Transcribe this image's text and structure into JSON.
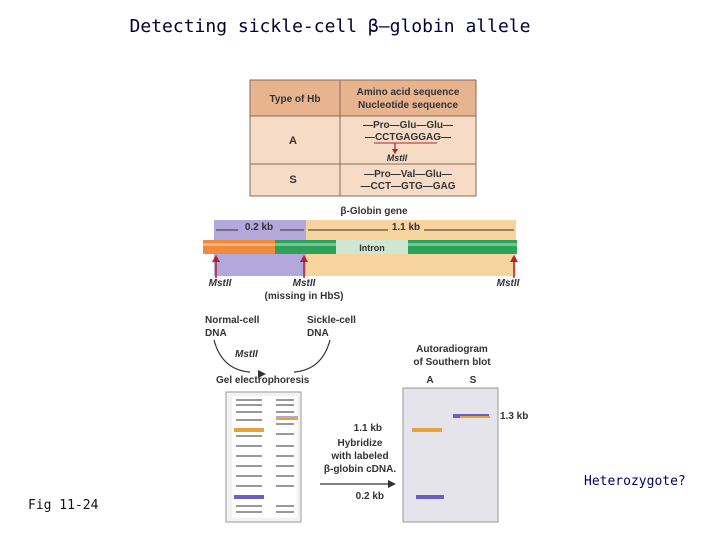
{
  "title": "Detecting sickle-cell β–globin allele",
  "figure_ref": "Fig 11-24",
  "question": "Heterozygote?",
  "table": {
    "header_col1": "Type of Hb",
    "header_col2_line1": "Amino acid sequence",
    "header_col2_line2": "Nucleotide sequence",
    "rows": [
      {
        "type": "A",
        "aa": "—Pro—Glu—Glu—",
        "nt": "—CCTGAGGAG—",
        "site": "MstII"
      },
      {
        "type": "S",
        "aa": "—Pro—Val—Glu—",
        "nt": "—CCT—GTG—GAG",
        "site": ""
      }
    ]
  },
  "gene": {
    "label": "β-Globin gene",
    "short_fragment": "0.2 kb",
    "long_fragment": "1.1 kb",
    "intron": "Intron",
    "site_left": "MstII",
    "site_middle": "MstII",
    "site_middle_note": "(missing in HbS)",
    "site_right": "MstII"
  },
  "workflow": {
    "normal_dna": "Normal-cell DNA",
    "sickle_dna": "Sickle-cell DNA",
    "enzyme": "MstII",
    "electrophoresis": "Gel electrophoresis",
    "hybridize": "Hybridize with labeled β-globin cDNA.",
    "autorad_line1": "Autoradiogram",
    "autorad_line2": "of Southern blot",
    "lane_a": "A",
    "lane_s": "S",
    "band_13": "1.3 kb",
    "band_11": "1.1 kb",
    "band_02": "0.2 kb"
  },
  "colors": {
    "table_bg": "#f6dcc6",
    "table_header": "#e8b38f",
    "purple_region": "#b3a8dc",
    "orange_region": "#f7d39e",
    "gene_orange": "#f08a3c",
    "gene_green": "#2ea25a",
    "band_orange": "#e9a23a",
    "band_purple": "#6a5fc8",
    "arrow_red": "#b2232a"
  }
}
